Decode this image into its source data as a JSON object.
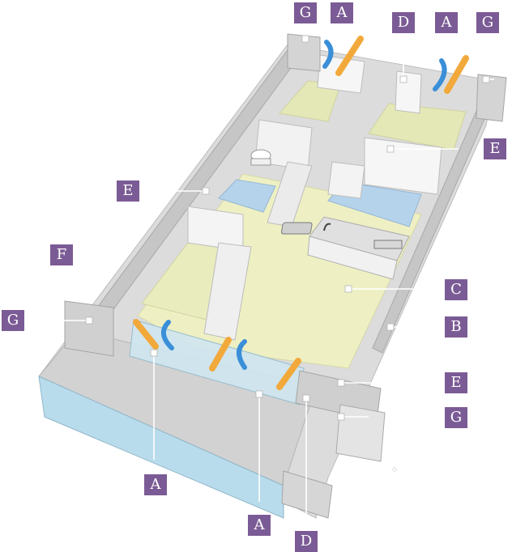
{
  "colors": {
    "label_bg": "#7b5b95",
    "label_text": "#ffffff",
    "floor": "#eef0c4",
    "wall_top": "#c9c9c9",
    "wall_side": "#e2e2e2",
    "glass": "#b9dcec",
    "wet_area": "#b6d3ec",
    "leader_line": "#ffffff",
    "warm_air": "#f2a93b",
    "cool_air": "#3a8fd8"
  },
  "icons": [
    "warm-air-arrow-icon",
    "cool-air-arrow-icon",
    "marker-square-icon",
    "sink-icon",
    "toilet-icon"
  ],
  "labels": {
    "top_row": [
      "G",
      "A",
      "D",
      "A",
      "G"
    ],
    "right_column": [
      "E",
      "C",
      "B",
      "E",
      "G"
    ],
    "left_column": [
      "E",
      "F",
      "G"
    ],
    "bottom_row": [
      "A",
      "A",
      "D"
    ]
  }
}
